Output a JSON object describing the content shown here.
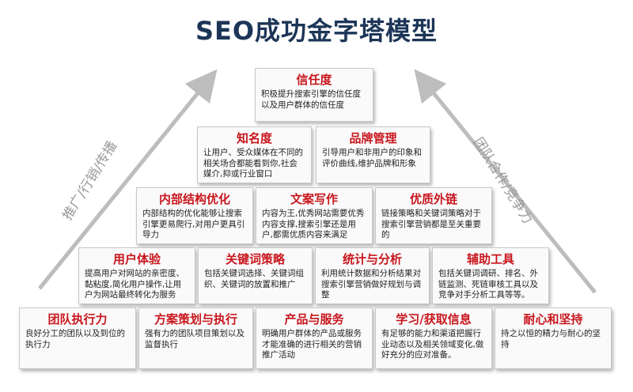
{
  "title": "SEO成功金字塔模型",
  "side_labels": {
    "left": "推广/行销/传播",
    "right": "团队合作/竞争力"
  },
  "pyramid": {
    "row1": [
      {
        "title": "信任度",
        "desc": "积极提升搜索引擎的信任度以及用户群体的信任度"
      }
    ],
    "row2": [
      {
        "title": "知名度",
        "desc": "让用户、受众媒体在不同的相关场合都能看到你,社会媒介,抑或行业窗口"
      },
      {
        "title": "品牌管理",
        "desc": "引导用户和非用户的印象和评价曲线,维护品牌和形象"
      }
    ],
    "row3": [
      {
        "title": "内部结构优化",
        "desc": "内部结构的优化能够让搜索引擎更易爬行,对用户更具引导力"
      },
      {
        "title": "文案写作",
        "desc": "内容为王,优秀网站需要优秀内容支撑,搜索引擎还是用户,都需优质内容来满足"
      },
      {
        "title": "优质外链",
        "desc": "链接策略和关键词策略对于搜索引擎营销都是至关重要的"
      }
    ],
    "row4": [
      {
        "title": "用户体验",
        "desc": "提高用户对网站的亲密度、黏粘度,简化用户操作,让用户为网站最终转化为服务"
      },
      {
        "title": "关键词策略",
        "desc": "包括关键词选择、关键词组织、关键词的放置和推广"
      },
      {
        "title": "统计与分析",
        "desc": "利用统计数据和分析结果对搜索引擎营销做好规划与调整"
      },
      {
        "title": "辅助工具",
        "desc": "包括关键词调研、排名、外链监测、死链审核工具以及竞争对手分析工具等等。"
      }
    ],
    "row5": [
      {
        "title": "团队执行力",
        "desc": "良好分工的团队以及到位的执行力"
      },
      {
        "title": "方案策划与执行",
        "desc": "强有力的团队项目策划以及监督执行"
      },
      {
        "title": "产品与服务",
        "desc": "明确用户群体的产品或服务才能准确的进行相关的营销推广活动"
      },
      {
        "title": "学习/获取信息",
        "desc": "有足够的能力和渠道把握行业动态以及相关领域变化,做好充分的应对准备。"
      },
      {
        "title": "耐心和坚持",
        "desc": "持之以恒的精力与耐心的坚持"
      }
    ]
  },
  "colors": {
    "title": "#1c3557",
    "heading": "#c8161d",
    "arrow": "#bdbdbd"
  }
}
